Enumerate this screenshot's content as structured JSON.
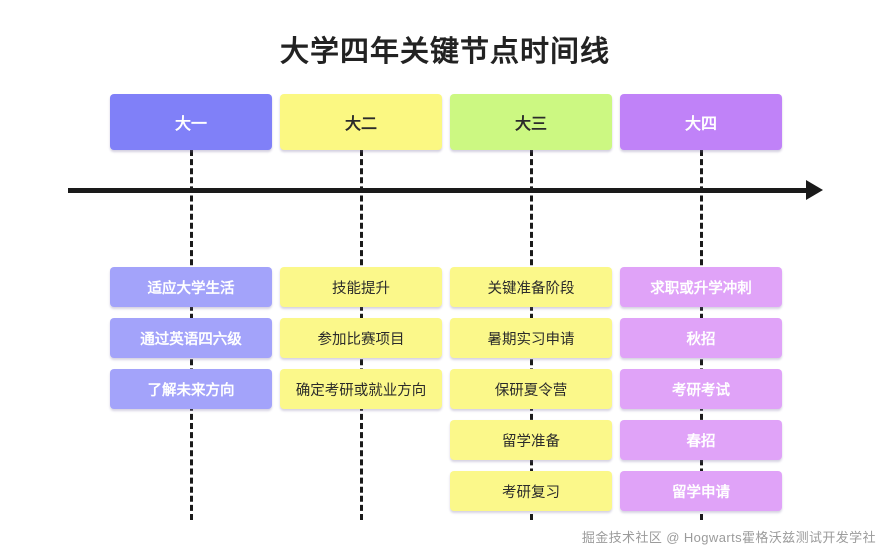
{
  "title": "大学四年关键节点时间线",
  "watermark": "掘金技术社区 @ Hogwarts霍格沃兹测试开发学社",
  "colors": {
    "axis": "#1a1a1a",
    "title_text": "#222222",
    "watermark_text": "#9b9b9b",
    "year1_header_bg": "#8080f8",
    "year1_header_text": "#ffffff",
    "year1_item_bg": "#a3a3fa",
    "year1_item_text": "#ffffff",
    "year2_header_bg": "#fbf882",
    "year2_header_text": "#2b2b2b",
    "year2_item_bg": "#fbf88a",
    "year2_item_text": "#2b2b2b",
    "year3_header_bg": "#ccf882",
    "year3_header_text": "#2b2b2b",
    "year3_item_bg": "#fbf88a",
    "year3_item_text": "#2b2b2b",
    "year4_header_bg": "#c082f8",
    "year4_header_text": "#ffffff",
    "year4_item_bg": "#e0a3f8",
    "year4_item_text": "#ffffff"
  },
  "columns": [
    {
      "key": "year1",
      "header": "大一",
      "items": [
        "适应大学生活",
        "通过英语四六级",
        "了解未来方向"
      ]
    },
    {
      "key": "year2",
      "header": "大二",
      "items": [
        "技能提升",
        "参加比赛项目",
        "确定考研或就业方向"
      ]
    },
    {
      "key": "year3",
      "header": "大三",
      "items": [
        "关键准备阶段",
        "暑期实习申请",
        "保研夏令营",
        "留学准备",
        "考研复习"
      ]
    },
    {
      "key": "year4",
      "header": "大四",
      "items": [
        "求职或升学冲刺",
        "秋招",
        "考研考试",
        "春招",
        "留学申请"
      ]
    }
  ]
}
